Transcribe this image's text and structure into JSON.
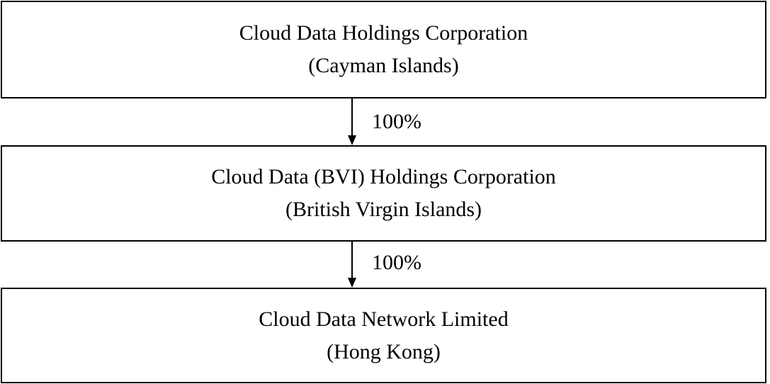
{
  "entities": [
    {
      "name": "Cloud Data Holdings Corporation",
      "jurisdiction": "(Cayman Islands)"
    },
    {
      "name": "Cloud Data (BVI) Holdings Corporation",
      "jurisdiction": "(British Virgin Islands)"
    },
    {
      "name": "Cloud Data Network Limited",
      "jurisdiction": "(Hong Kong)"
    }
  ],
  "ownership": [
    {
      "from": "Cloud Data Holdings Corporation",
      "to": "Cloud Data (BVI) Holdings Corporation",
      "label": "100%"
    },
    {
      "from": "Cloud Data (BVI) Holdings Corporation",
      "to": "Cloud Data Network Limited",
      "label": "100%"
    }
  ],
  "colors": {
    "line": "#000000",
    "background": "#ffffff"
  }
}
